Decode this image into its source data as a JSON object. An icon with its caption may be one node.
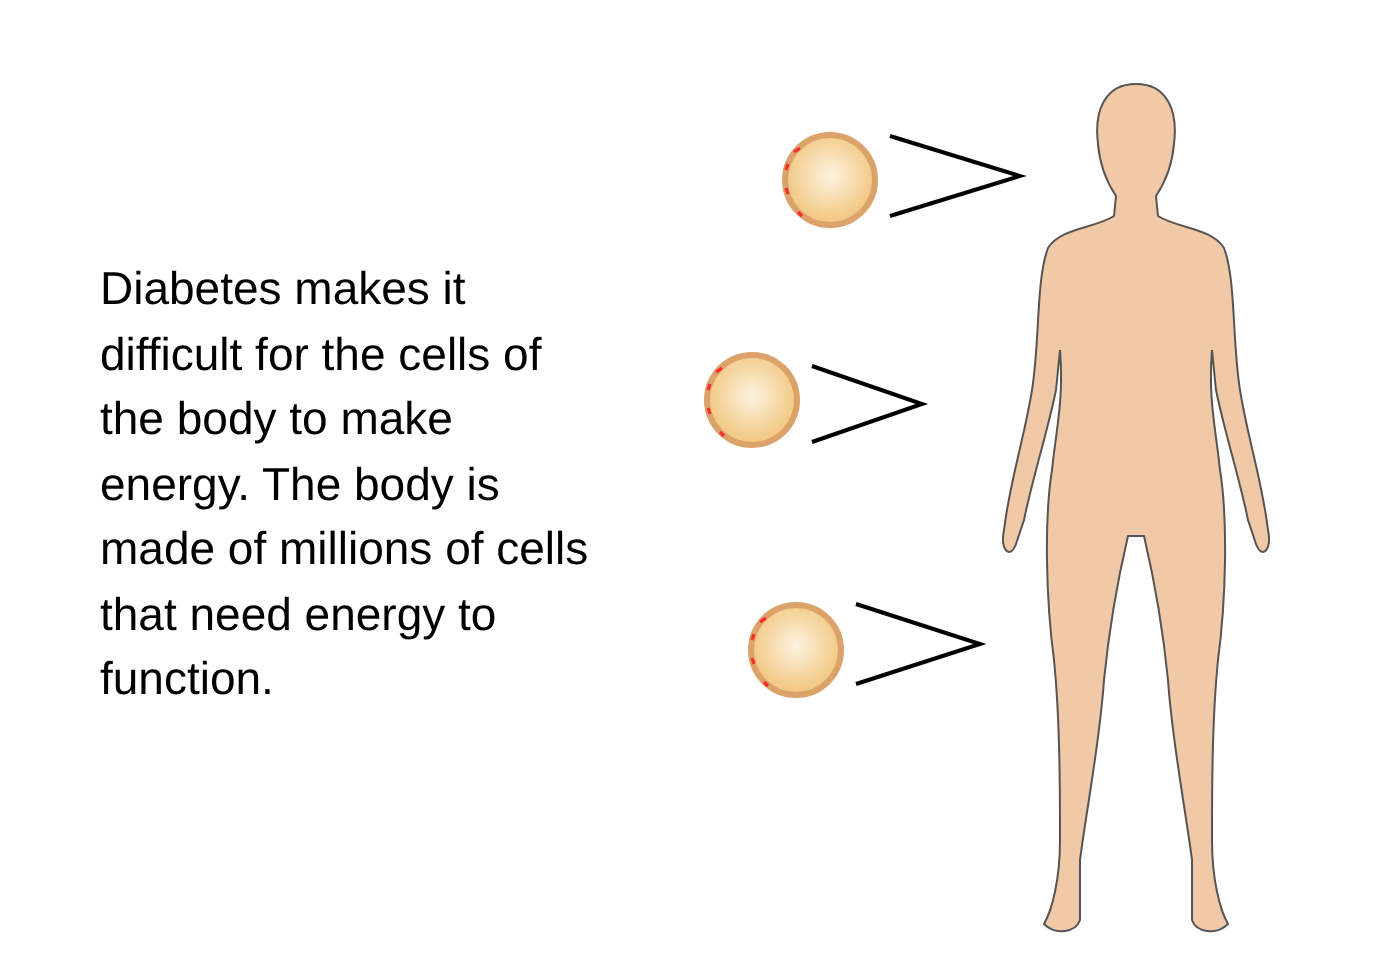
{
  "diagram": {
    "nodes": [
      {
        "text": [],
        "shape": "circle"
      },
      {
        "text": [],
        "shape": "circle"
      },
      {
        "text": [],
        "shape": "circle"
      }
    ],
    "edges": [
      {
        "from": 0,
        "to": null,
        "arrow": "none"
      },
      {
        "from": 1,
        "to": null,
        "arrow": "none"
      },
      {
        "from": 2,
        "to": null,
        "arrow": "none"
      }
    ],
    "labels": [
      "Diabetes makes it difficult for the cells of the body to make energy. The body is made of millions of cells that need energy to function."
    ]
  }
}
